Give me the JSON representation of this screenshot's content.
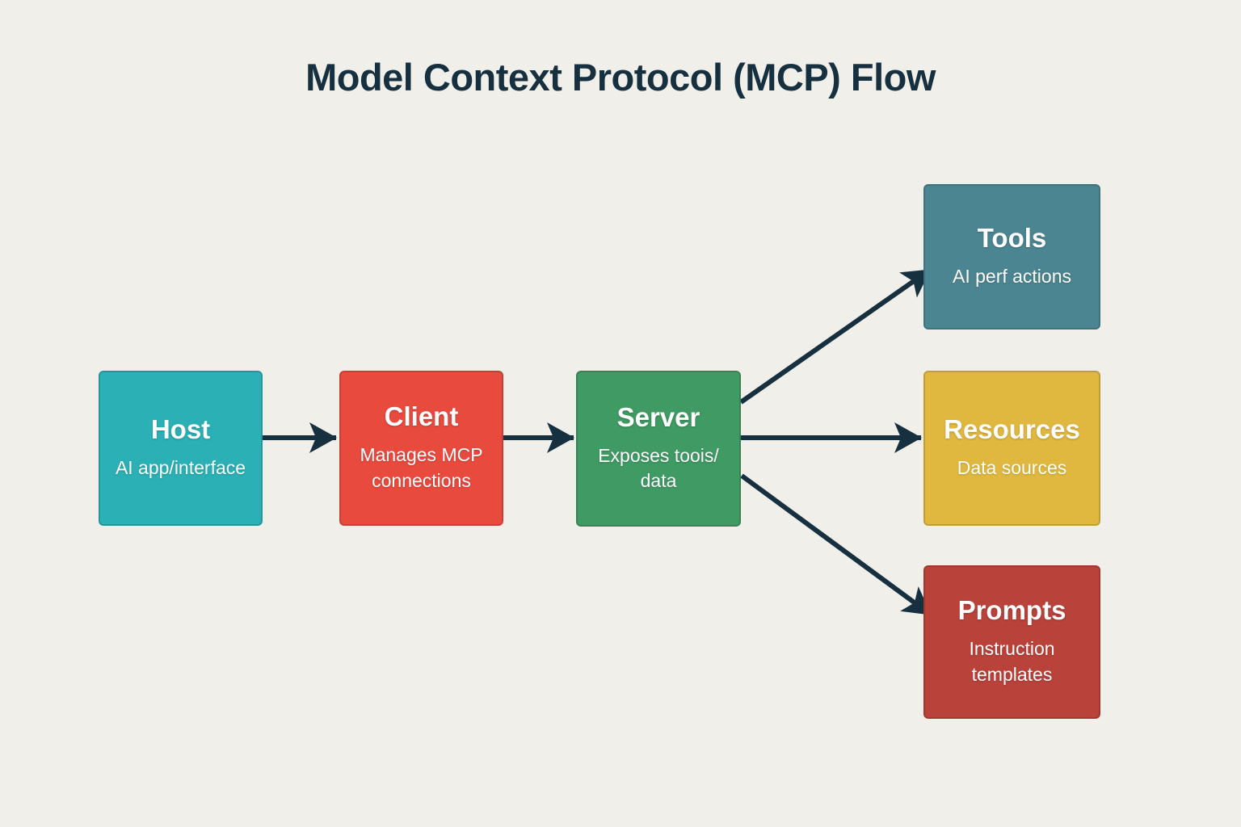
{
  "title": "Model Context Protocol (MCP) Flow",
  "palette": {
    "bg": "#f0efe9",
    "ink": "#17303f",
    "host": "#2bb0b5",
    "client": "#e84a3e",
    "server": "#3f9a63",
    "tools": "#4b8591",
    "resources": "#e0b840",
    "prompts": "#b9423a"
  },
  "nodes": {
    "host": {
      "label": "Host",
      "sublabel": "AI app/interface"
    },
    "client": {
      "label": "Client",
      "sublabel": "Manages MCP\nconnections"
    },
    "server": {
      "label": "Server",
      "sublabel": "Exposes toois/\ndata"
    },
    "tools": {
      "label": "Tools",
      "sublabel": "AI perf actions"
    },
    "resources": {
      "label": "Resources",
      "sublabel": "Data sources"
    },
    "prompts": {
      "label": "Prompts",
      "sublabel": "Instruction\ntemplates"
    }
  },
  "edges": [
    {
      "from": "Host",
      "to": "Client"
    },
    {
      "from": "Client",
      "to": "Server"
    },
    {
      "from": "Server",
      "to": "Tools"
    },
    {
      "from": "Server",
      "to": "Resources"
    },
    {
      "from": "Server",
      "to": "Prompts"
    }
  ]
}
